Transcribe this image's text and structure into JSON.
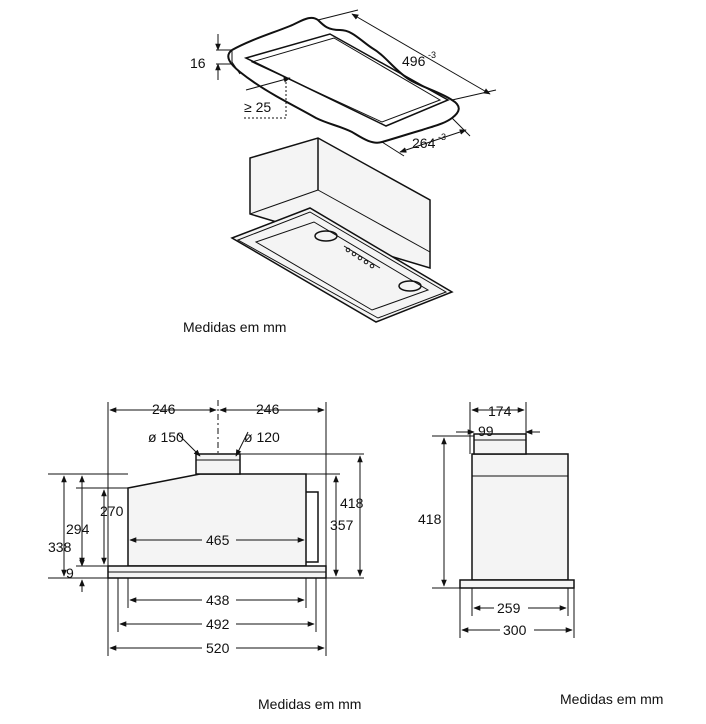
{
  "top_view": {
    "dim_16": "16",
    "dim_496": "496",
    "dim_496_tol": "-3",
    "dim_264": "264",
    "dim_264_tol": "-3",
    "dim_ge25": "≥ 25",
    "caption": "Medidas em mm"
  },
  "front_view": {
    "dim_246_left": "246",
    "dim_246_right": "246",
    "dim_d150": "ø 150",
    "dim_d120": "ø 120",
    "dim_270": "270",
    "dim_294": "294",
    "dim_338": "338",
    "dim_9": "9",
    "dim_465": "465",
    "dim_418": "418",
    "dim_357": "357",
    "dim_438": "438",
    "dim_492": "492",
    "dim_520": "520",
    "caption": "Medidas em mm"
  },
  "side_view": {
    "dim_174": "174",
    "dim_99": "99",
    "dim_418": "418",
    "dim_259": "259",
    "dim_300": "300",
    "caption": "Medidas em mm"
  }
}
